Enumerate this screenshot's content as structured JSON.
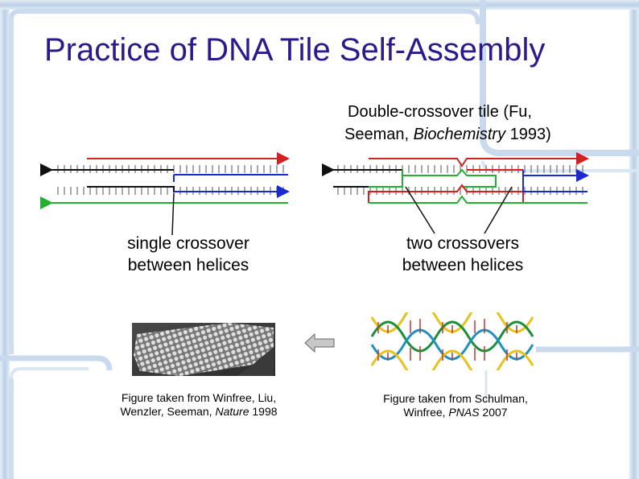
{
  "title": "Practice of DNA Tile Self-Assembly",
  "reference": {
    "line1": "Double-crossover tile (Fu,",
    "line2_pre": "Seeman, ",
    "line2_em": "Biochemistry",
    "line2_post": " 1993)"
  },
  "left_label": {
    "line1": "single crossover",
    "line2": "between helices"
  },
  "right_label": {
    "line1": "two crossovers",
    "line2": "between helices"
  },
  "left_caption": {
    "line1": "Figure taken from Winfree, Liu,",
    "line2_pre": "Wenzler, Seeman, ",
    "line2_em": "Nature",
    "line2_post": " 1998"
  },
  "right_caption": {
    "line1": "Figure taken from Schulman,",
    "line2_pre": "Winfree, ",
    "line2_em": "PNAS",
    "line2_post": " 2007"
  },
  "colors": {
    "title": "#2a1a8c",
    "strand_red": "#d42020",
    "strand_green": "#22b030",
    "strand_blue": "#1a2ad0",
    "strand_black": "#111111",
    "frame_blue": "#c7d9ee",
    "helix_yellow": "#e8c21a",
    "helix_teal": "#1f8fbf"
  },
  "icons": {
    "arrow": "left-arrow-icon",
    "afm": "afm-lattice-image",
    "helix": "double-helix-image"
  }
}
